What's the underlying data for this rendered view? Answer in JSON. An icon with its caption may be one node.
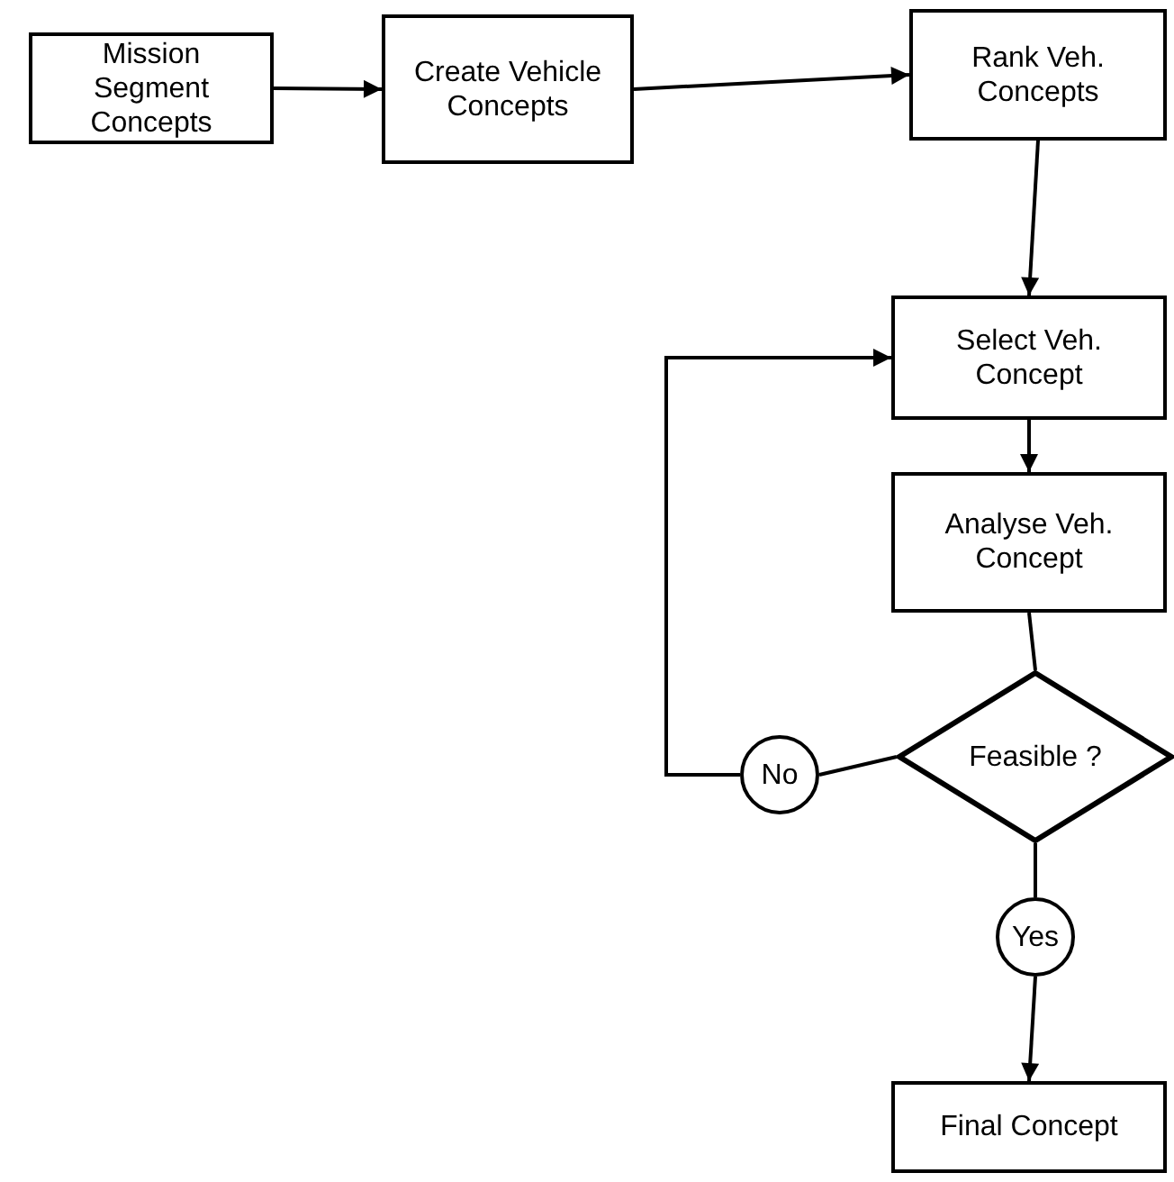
{
  "diagram": {
    "nodes": [
      {
        "text": [
          "Mission Segment Concepts"
        ]
      },
      {
        "text": [
          "Create Vehicle Concepts"
        ]
      },
      {
        "text": [
          "Rank Veh. Concepts"
        ]
      },
      {
        "text": [
          "Select Veh. Concept"
        ]
      },
      {
        "text": [
          "Analyse Veh. Concept"
        ]
      },
      {
        "text": [
          "Feasible ?"
        ]
      },
      {
        "text": [
          "No"
        ]
      },
      {
        "text": [
          "Yes"
        ]
      },
      {
        "text": [
          "Final Concept"
        ]
      }
    ],
    "edges": [
      {
        "from": 0,
        "to": 1,
        "arrow": "to"
      },
      {
        "from": 1,
        "to": 2,
        "arrow": "to"
      },
      {
        "from": 2,
        "to": 3,
        "arrow": "to"
      },
      {
        "from": 3,
        "to": 4,
        "arrow": "to"
      },
      {
        "from": 4,
        "to": 5,
        "arrow": "none"
      },
      {
        "from": 5,
        "to": 6,
        "arrow": "none"
      },
      {
        "from": 6,
        "to": 3,
        "arrow": "to"
      },
      {
        "from": 5,
        "to": 7,
        "arrow": "none"
      },
      {
        "from": 7,
        "to": 8,
        "arrow": "to"
      }
    ]
  }
}
